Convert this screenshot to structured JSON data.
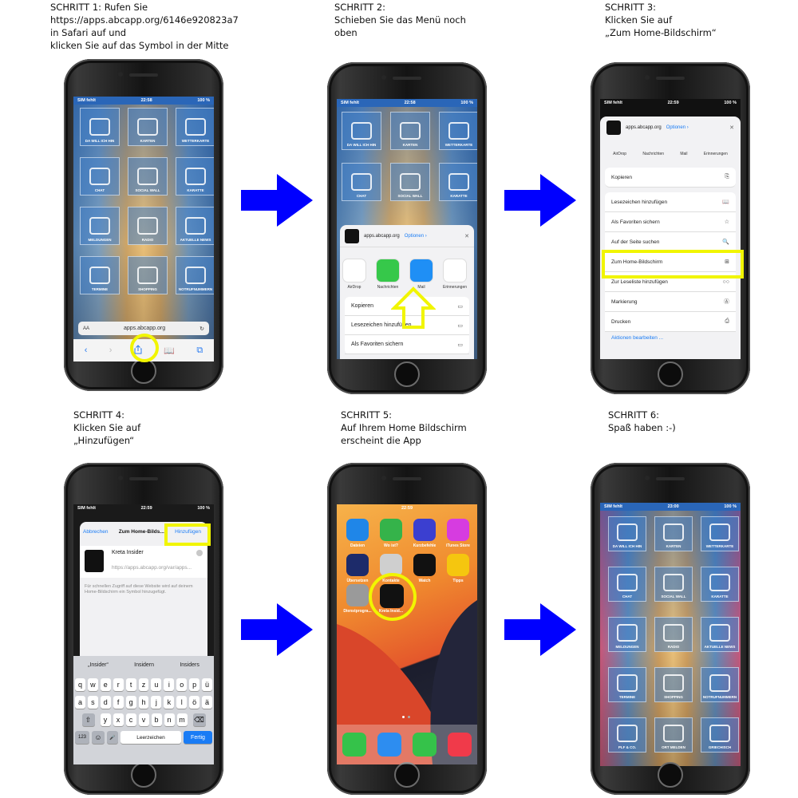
{
  "steps": [
    {
      "lines": [
        "SCHRITT 1: Rufen Sie",
        "https://apps.abcapp.org/6146e920823a7",
        "in Safari auf und",
        "klicken Sie auf das Symbol in der Mitte"
      ]
    },
    {
      "lines": [
        "SCHRITT 2:",
        "Schieben Sie das Menü noch",
        "oben"
      ]
    },
    {
      "lines": [
        "SCHRITT 3:",
        "Klicken Sie auf",
        "„Zum Home-Bildschirm“"
      ]
    },
    {
      "lines": [
        "SCHRITT 4:",
        "Klicken Sie auf",
        "„Hinzufügen“"
      ]
    },
    {
      "lines": [
        "SCHRITT 5:",
        "Auf Ihrem Home Bildschirm",
        "erscheint die App"
      ]
    },
    {
      "lines": [
        "SCHRITT 6:",
        "Spaß haben :-)"
      ]
    }
  ],
  "colors": {
    "arrow": "#0000ff",
    "highlight": "#f1f500",
    "ios_blue": "#1a7cf5"
  },
  "phone1": {
    "status": {
      "carrier": "SIM fehlt",
      "time": "22:58",
      "battery": "100 %"
    },
    "tiles": [
      "DA WILL ICH HIN",
      "KARTEN",
      "WETTERKARTE",
      "CHAT",
      "SOCIAL WALL",
      "KARATTE",
      "MELDUNGEN",
      "RADIO",
      "AKTUELLE NEWS",
      "TERMINE",
      "SHOPPING",
      "NOTRUFNUMMERN"
    ],
    "address": {
      "aa": "AA",
      "url": "apps.abcapp.org",
      "reload": "↻"
    },
    "toolbar": [
      "back-icon",
      "forward-icon",
      "share-icon",
      "bookmarks-icon",
      "tabs-icon"
    ]
  },
  "phone2": {
    "status": {
      "carrier": "SIM fehlt",
      "time": "22:58",
      "battery": "100 %"
    },
    "tiles": [
      "DA WILL ICH HIN",
      "KARTEN",
      "WETTERKARTE",
      "CHAT",
      "SOCIAL WALL",
      "KARATTE"
    ],
    "share_header": {
      "site": "apps.abcapp.org",
      "options": "Optionen ›",
      "close": "✕"
    },
    "share_apps": [
      {
        "label": "AirDrop",
        "color": "#ffffff"
      },
      {
        "label": "Nachrichten",
        "color": "#36c84a"
      },
      {
        "label": "Mail",
        "color": "#1f8ff5"
      },
      {
        "label": "Erinnerungen",
        "color": "#ffffff"
      }
    ],
    "actions": [
      {
        "label": "Kopieren",
        "icon": "copy-icon"
      },
      {
        "label": "Lesezeichen hinzufügen",
        "icon": "book-icon"
      },
      {
        "label": "Als Favoriten sichern",
        "icon": "star-icon"
      }
    ]
  },
  "phone3": {
    "status": {
      "carrier": "SIM fehlt",
      "time": "22:59",
      "battery": "100 %"
    },
    "share_header": {
      "site": "apps.abcapp.org",
      "options": "Optionen ›",
      "close": "✕"
    },
    "share_apps": [
      "AirDrop",
      "Nachrichten",
      "Mail",
      "Erinnerungen"
    ],
    "actions": [
      {
        "label": "Kopieren",
        "glyph": "⎘"
      },
      {
        "label": "Lesezeichen hinzufügen",
        "glyph": "📖"
      },
      {
        "label": "Als Favoriten sichern",
        "glyph": "☆"
      },
      {
        "label": "Auf der Seite suchen",
        "glyph": "🔍"
      },
      {
        "label": "Zum Home-Bildschirm",
        "glyph": "⊞"
      },
      {
        "label": "Zur Leseliste hinzufügen",
        "glyph": "○○"
      },
      {
        "label": "Markierung",
        "glyph": "Ⓐ"
      },
      {
        "label": "Drucken",
        "glyph": "⎙"
      }
    ],
    "edit_link": "Aktionen bearbeiten ..."
  },
  "phone4": {
    "status": {
      "carrier": "SIM fehlt",
      "time": "22:59",
      "battery": "100 %"
    },
    "nav": {
      "cancel": "Abbrechen",
      "title": "Zum Home-Bilds...",
      "add": "Hinzufügen"
    },
    "app_name": "Kreta Insider",
    "app_url": "https://apps.abcapp.org/var/apps...",
    "hint": "Für schnellen Zugriff auf diese Website wird auf deinem Home-Bildschirm ein Symbol hinzugefügt.",
    "suggestions": [
      "„Insider“",
      "Insidern",
      "Insiders"
    ],
    "keyboard_rows": [
      [
        "q",
        "w",
        "e",
        "r",
        "t",
        "z",
        "u",
        "i",
        "o",
        "p",
        "ü"
      ],
      [
        "a",
        "s",
        "d",
        "f",
        "g",
        "h",
        "j",
        "k",
        "l",
        "ö",
        "ä"
      ],
      [
        "y",
        "x",
        "c",
        "v",
        "b",
        "n",
        "m"
      ]
    ],
    "bottom_keys": {
      "num": "123",
      "emoji": "☺",
      "mic": "🎤",
      "space": "Leerzeichen",
      "done": "Fertig"
    }
  },
  "phone5": {
    "status": {
      "carrier": "",
      "time": "22:59",
      "battery": ""
    },
    "apps": [
      {
        "label": "Dateien",
        "color": "#1f86e8"
      },
      {
        "label": "Wo ist?",
        "color": "#35b34a"
      },
      {
        "label": "Kurzbefehle",
        "color": "#3b3fd0"
      },
      {
        "label": "iTunes Store",
        "color": "#d63ce0"
      },
      {
        "label": "Übersetzen",
        "color": "#1d2b6a"
      },
      {
        "label": "Kontakte",
        "color": "#cfcfcf"
      },
      {
        "label": "Watch",
        "color": "#111111"
      },
      {
        "label": "Tipps",
        "color": "#f5c60f"
      },
      {
        "label": "Dienstprogra...",
        "color": "#9a9a9a"
      },
      {
        "label": "Kreta Insid...",
        "color": "#111111"
      }
    ],
    "dock": [
      {
        "name": "phone-icon",
        "color": "#35c24a"
      },
      {
        "name": "safari-icon",
        "color": "#2d8df0"
      },
      {
        "name": "messages-icon",
        "color": "#35c24a"
      },
      {
        "name": "music-icon",
        "color": "#f03a4a"
      }
    ]
  },
  "phone6": {
    "status": {
      "carrier": "SIM fehlt",
      "time": "23:00",
      "battery": "100 %"
    },
    "tiles": [
      "DA WILL ICH HIN",
      "KARTEN",
      "WETTERKARTE",
      "CHAT",
      "SOCIAL WALL",
      "KARATTE",
      "MELDUNGEN",
      "RADIO",
      "AKTUELLE NEWS",
      "TERMINE",
      "SHOPPING",
      "NOTRUFNUMMERN",
      "PLF & CO.",
      "ORT MELDEN",
      "GRIECHISCH"
    ]
  }
}
